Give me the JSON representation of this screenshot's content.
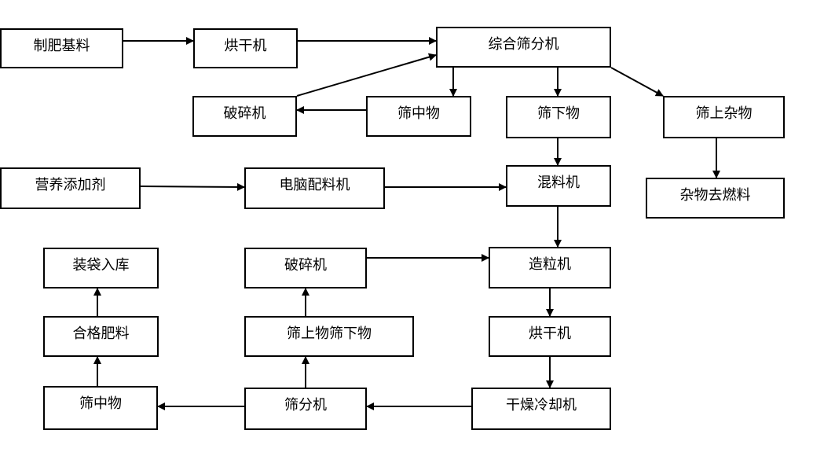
{
  "title": "有机肥生产工艺流程图",
  "nodes": {
    "base_material": "制肥基料",
    "dryer1": "烘干机",
    "comprehensive_screener": "综合筛分机",
    "crusher1": "破碎机",
    "medium_sieved1": "筛中物",
    "undersize": "筛下物",
    "oversize_impurities": "筛上杂物",
    "nutrient_additive": "营养添加剂",
    "computer_batcher": "电脑配料机",
    "mixer": "混料机",
    "impurities_to_fuel": "杂物去燃料",
    "bagging_storage": "装袋入库",
    "crusher2": "破碎机",
    "granulator": "造粒机",
    "qualified_fertilizer": "合格肥料",
    "over_under_size": "筛上物筛下物",
    "dryer2": "烘干机",
    "medium_sieved2": "筛中物",
    "screener": "筛分机",
    "dry_cooler": "干燥冷却机"
  }
}
